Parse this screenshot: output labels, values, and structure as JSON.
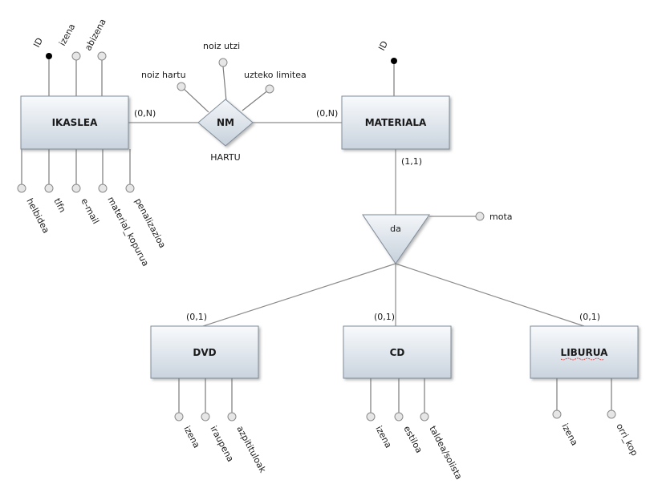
{
  "entities": {
    "ikaslea": "IKASLEA",
    "materiala": "MATERIALA",
    "dvd": "DVD",
    "cd": "CD",
    "liburua": "LIBURUA"
  },
  "relationship": {
    "symbol": "NM",
    "name": "HARTU",
    "attributes": [
      "noiz hartu",
      "noiz utzi",
      "uzteko limitea"
    ]
  },
  "specialization": {
    "symbol": "da",
    "attribute": "mota"
  },
  "cardinalities": {
    "ikaslea_hartu": "(0,N)",
    "hartu_materiala": "(0,N)",
    "materiala_da": "(1,1)",
    "dvd": "(0,1)",
    "cd": "(0,1)",
    "liburua": "(0,1)"
  },
  "ikaslea_top_attributes": [
    "ID",
    "izena",
    "abizena"
  ],
  "ikaslea_bottom_attributes": [
    "helbidea",
    "tlfn",
    "e-mail",
    "material_kopurua",
    "penalizazioa"
  ],
  "materiala_attributes": [
    "ID"
  ],
  "dvd_attributes": [
    "izena",
    "iraupena",
    "azpitituloak"
  ],
  "cd_attributes": [
    "izena",
    "estiloa",
    "taldea/solista"
  ],
  "liburua_attributes": [
    "izena",
    "orri_kop"
  ]
}
